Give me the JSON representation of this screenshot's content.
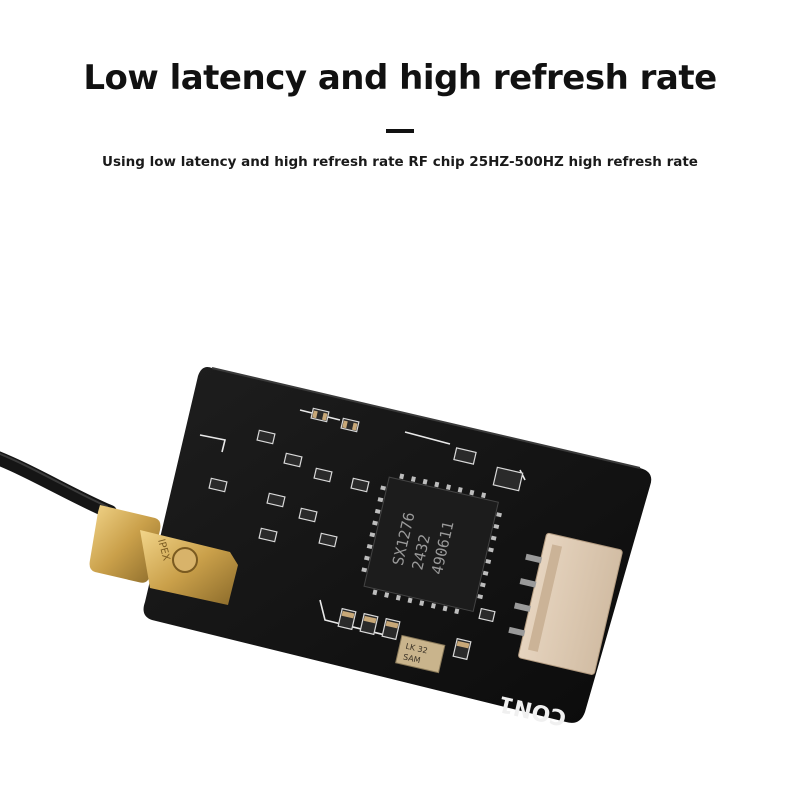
{
  "header": {
    "title": "Low latency and high refresh rate",
    "subtitle": "Using low latency and high refresh rate RF chip 25HZ-500HZ high refresh rate"
  },
  "photo": {
    "chip_marking": [
      "SX1276",
      "2432",
      "490611"
    ],
    "connector_label": "CON1",
    "crystal_marking": [
      "LK 32",
      "SAM"
    ],
    "antenna_label": "IPEX"
  }
}
